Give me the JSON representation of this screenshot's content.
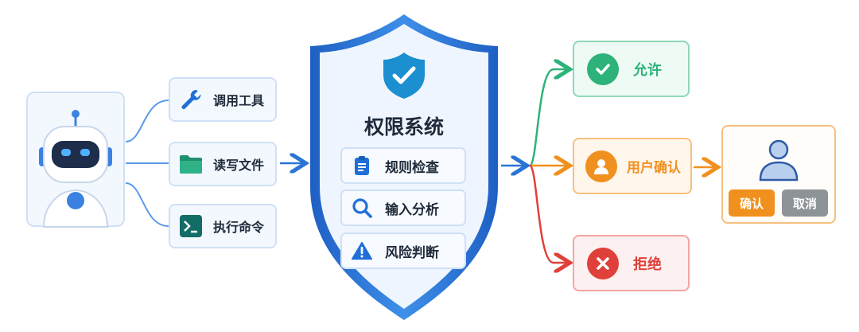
{
  "tools": [
    {
      "label": "调用工具",
      "icon": "wrench-icon"
    },
    {
      "label": "读写文件",
      "icon": "folder-icon"
    },
    {
      "label": "执行命令",
      "icon": "terminal-icon"
    }
  ],
  "system": {
    "title": "权限系统",
    "checks": [
      {
        "label": "规则检查",
        "icon": "clipboard-icon"
      },
      {
        "label": "输入分析",
        "icon": "search-icon"
      },
      {
        "label": "风险判断",
        "icon": "warning-icon"
      }
    ]
  },
  "outcomes": {
    "allow": {
      "label": "允许",
      "color": "#2db37a"
    },
    "user_confirm": {
      "label": "用户确认",
      "color": "#f0901e"
    },
    "deny": {
      "label": "拒绝",
      "color": "#e0403a"
    }
  },
  "dialog": {
    "confirm_label": "确认",
    "cancel_label": "取消"
  },
  "colors": {
    "accent_blue": "#2a74d6",
    "allow_green": "#2db37a",
    "confirm_orange": "#f0901e",
    "deny_red": "#e0403a"
  }
}
